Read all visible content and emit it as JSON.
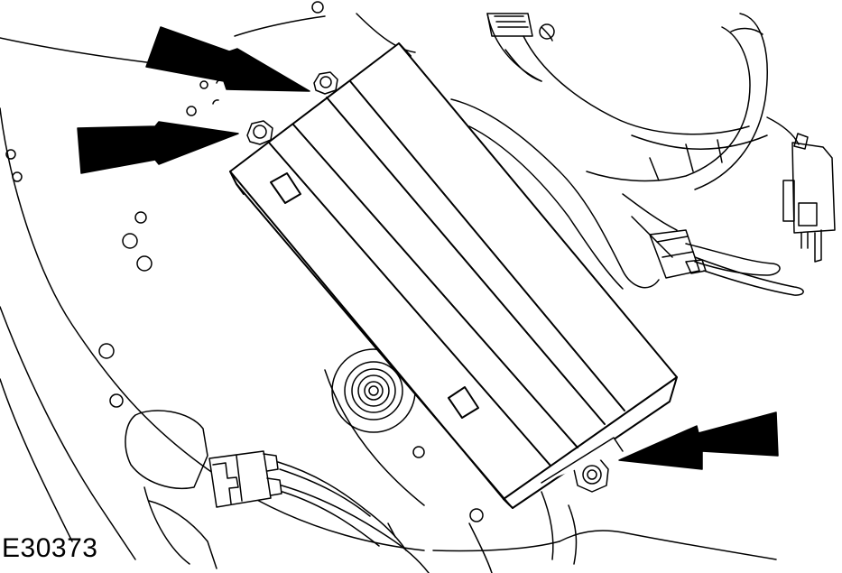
{
  "figure": {
    "reference_code": "E30373",
    "colors": {
      "line": "#000000",
      "background": "#ffffff",
      "arrow": "#000000"
    },
    "callouts": [
      {
        "name": "fastener-arrow-top",
        "points_to": "upper-left-nut"
      },
      {
        "name": "fastener-arrow-left",
        "points_to": "left-nut"
      },
      {
        "name": "fastener-arrow-right",
        "points_to": "lower-right-bolt"
      }
    ]
  }
}
